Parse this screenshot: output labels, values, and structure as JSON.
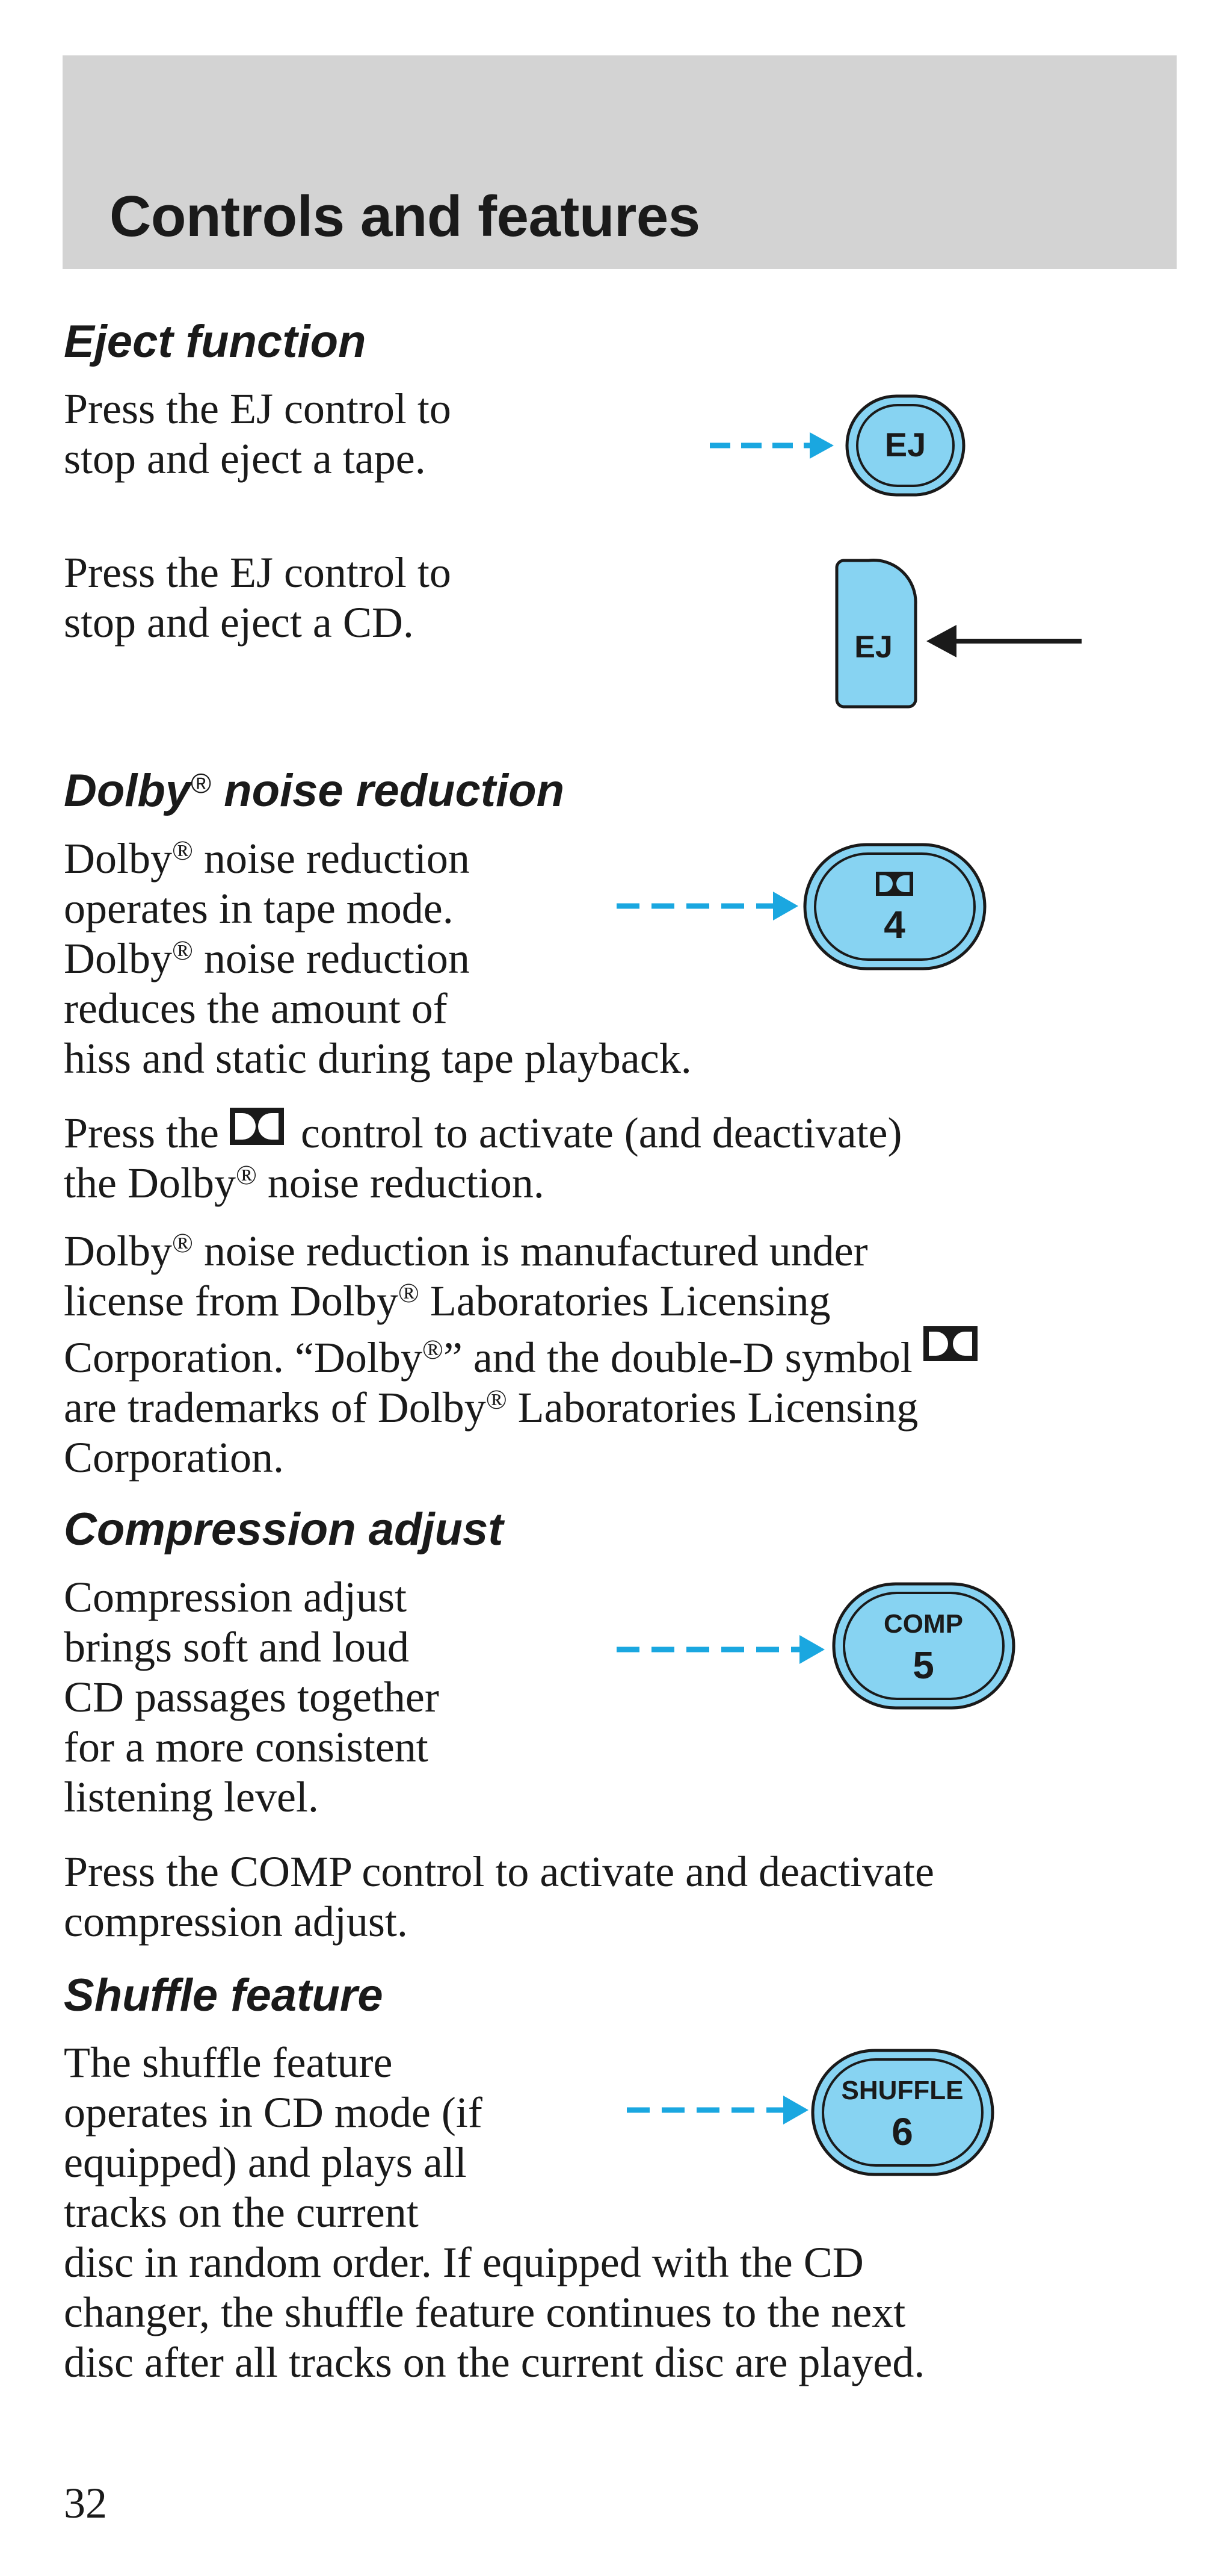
{
  "header": {
    "title": "Controls and features"
  },
  "eject": {
    "heading": "Eject function",
    "tape_line1": "Press the EJ control to",
    "tape_line2": "stop and eject a tape.",
    "cd_line1": "Press the EJ control to",
    "cd_line2": "stop and eject a CD.",
    "tape_button_label": "EJ",
    "cd_button_label": "EJ"
  },
  "dolby": {
    "heading_brand": "Dolby",
    "heading_rest": " noise reduction",
    "reg": "®",
    "p1_l1_a": "Dolby",
    "p1_l1_b": " noise reduction",
    "p1_l2": "operates in tape mode.",
    "p1_l3_a": "Dolby",
    "p1_l3_b": " noise reduction",
    "p1_l4": "reduces the amount of",
    "p1_l5": "hiss and static during tape playback.",
    "p2_l1_a": "Press the ",
    "p2_l1_b": " control to activate (and deactivate)",
    "p2_l2_a": "the Dolby",
    "p2_l2_b": " noise reduction.",
    "p3_l1_a": "Dolby",
    "p3_l1_b": " noise reduction is manufactured under",
    "p3_l2_a": "license from Dolby",
    "p3_l2_b": " Laboratories Licensing",
    "p3_l3_a": "Corporation. “Dolby",
    "p3_l3_b": "” and the double-D symbol",
    "p3_l4_a": "are trademarks of Dolby",
    "p3_l4_b": " Laboratories Licensing",
    "p3_l5": "Corporation.",
    "button_number": "4"
  },
  "compression": {
    "heading": "Compression adjust",
    "p1_l1": "Compression adjust",
    "p1_l2": "brings soft and loud",
    "p1_l3": "CD passages together",
    "p1_l4": "for a more consistent",
    "p1_l5": "listening level.",
    "p2_l1": "Press the COMP control to activate and deactivate",
    "p2_l2": "compression adjust.",
    "button_label": "COMP",
    "button_number": "5"
  },
  "shuffle": {
    "heading": "Shuffle feature",
    "p1_l1": "The shuffle feature",
    "p1_l2": "operates in CD mode (if",
    "p1_l3": "equipped) and plays all",
    "p1_l4": "tracks on the current",
    "p1_l5": "disc in random order. If equipped with the CD",
    "p1_l6": "changer, the shuffle feature continues to the next",
    "p1_l7": "disc after all tracks on the current disc are played.",
    "button_label": "SHUFFLE",
    "button_number": "6"
  },
  "footer": {
    "page_number": "32"
  },
  "colors": {
    "button_fill": "#87d3f2",
    "arrow_blue": "#1aa7e0",
    "banner_gray": "#d3d3d3"
  },
  "icons": [
    "dolby-double-d-icon",
    "dashed-arrow-icon",
    "solid-arrow-icon"
  ]
}
